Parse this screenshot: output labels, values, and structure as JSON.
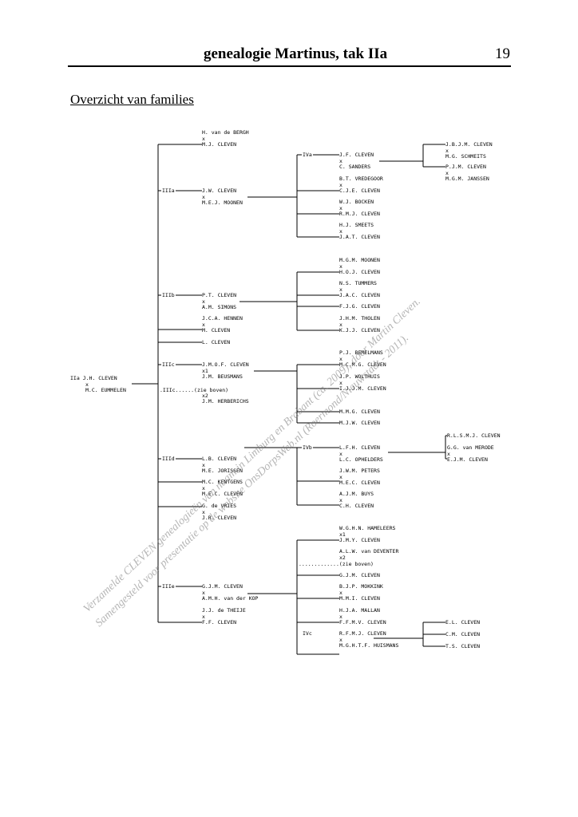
{
  "header": {
    "title": "genealogie Martinus, tak IIa",
    "page_number": "19"
  },
  "section_title": "Overzicht van families",
  "watermark": {
    "line1": "Verzamelde CLEVEN genealogieën van naam in Limburg en Brabant (ca. 2009), door Martin Cleven.",
    "line2": "Samengesteld voor presentatie op de website OnsDorpsWeb.nl (Roermond/Nieuwstadt - 2011)."
  },
  "tree": {
    "root": {
      "label": "IIa",
      "name1": "J.H. CLEVEN",
      "x": "x",
      "name2": "M.C. EUMMELEN"
    },
    "root_cont": ".IIIc......(zie boven)",
    "root_cont_x": "x2",
    "root_cont_spouse": "J.M. HERBERICHS",
    "g3": {
      "a": {
        "label": "IIIa",
        "name1": "J.W. CLEVEN",
        "x": "x",
        "name2": "M.E.J. MOONEN"
      },
      "b": {
        "label": "IIIb",
        "name1": "P.T. CLEVEN",
        "x": "x",
        "name2": "A.M. SIMONS"
      },
      "c": {
        "label": "IIIc",
        "name1": "J.M.O.F. CLEVEN",
        "x": "x1",
        "name2": "J.M. BEUSMANS"
      },
      "d": {
        "label": "IIId",
        "name1": "L.B. CLEVEN",
        "x": "x",
        "name2": "M.E. JORISSEN"
      },
      "e": {
        "label": "IIIe",
        "name1": "G.J.M. CLEVEN",
        "x": "x",
        "name2": "A.M.H. van der KOP"
      }
    },
    "g3_children": {
      "top": {
        "name1": "H. van de BERGH",
        "x": "x",
        "name2": "M.J. CLEVEN"
      },
      "b1": {
        "name1": "J.C.A. HENNEN",
        "x": "x",
        "name2": "M. CLEVEN"
      },
      "b2": {
        "name1": "L. CLEVEN"
      },
      "d1": {
        "name1": "M.C. KENTGENS",
        "x": "x",
        "name2": "M.E.C. CLEVEN"
      },
      "d2": {
        "name1": "G. de VRIES",
        "x": "x",
        "name2": "J.R. CLEVEN"
      },
      "e1": {
        "name1": "J.J. de THEIJE",
        "x": "x",
        "name2": "F.F. CLEVEN"
      }
    },
    "g4": {
      "a": {
        "label": "IVa",
        "name1": "J.F. CLEVEN",
        "x": "x",
        "name2": "C. SANDERS"
      },
      "b": {
        "label": "IVb",
        "name1": "L.F.H. CLEVEN",
        "x": "x",
        "name2": "L.C. OPHELDERS"
      },
      "c": {
        "label": "IVc",
        "name1": "R.F.M.J. CLEVEN",
        "x": "x",
        "name2": "M.G.H.T.F. HUISMANS"
      },
      "e_cont": ".............(zie boven)"
    },
    "g4_children": {
      "a1": {
        "name1": "B.T. VREDEGOOR",
        "x": "x",
        "name2": "C.J.E. CLEVEN"
      },
      "a2": {
        "name1": "W.J. BOCKEN",
        "x": "x",
        "name2": "R.M.J. CLEVEN"
      },
      "a3": {
        "name1": "H.J. SMEETS",
        "x": "x",
        "name2": "J.A.T. CLEVEN"
      },
      "b1": {
        "name1": "M.G.M. MOONEN",
        "x": "x",
        "name2": "H.O.J. CLEVEN"
      },
      "b2": {
        "name1": "N.S. TUMMERS",
        "x": "x",
        "name2": "J.A.C. CLEVEN"
      },
      "b3": {
        "name1": "F.J.G. CLEVEN"
      },
      "b4": {
        "name1": "J.H.M. THOLEN",
        "x": "x",
        "name2": "K.J.J. CLEVEN"
      },
      "c1": {
        "name1": "P.J. BEMELMANS",
        "x": "x",
        "name2": "M.C.M.G. CLEVEN"
      },
      "c2": {
        "name1": "J.P. WOLTHUIS",
        "x": "x",
        "name2": "I.J.J.M. CLEVEN"
      },
      "c3": {
        "name1": "M.M.G. CLEVEN"
      },
      "c4": {
        "name1": "M.J.W. CLEVEN"
      },
      "d1": {
        "name1": "J.W.M. PETERS",
        "x": "x",
        "name2": "M.E.C. CLEVEN"
      },
      "d2": {
        "name1": "A.J.M. BUYS",
        "x": "x",
        "name2": "C.H. CLEVEN"
      },
      "e1": {
        "name1": "W.G.H.N. HAMELEERS",
        "x": "x1",
        "name2": "J.M.Y. CLEVEN"
      },
      "e2": {
        "name1": "A.L.W. van DEVENTER",
        "x": "x2"
      },
      "e3": {
        "name1": "G.J.M. CLEVEN"
      },
      "e4": {
        "name1": "B.J.P. MOKKINK",
        "x": "x",
        "name2": "M.M.I. CLEVEN"
      },
      "e5": {
        "name1": "H.J.A. MALLAN",
        "x": "x",
        "name2": "F.F.M.V. CLEVEN"
      }
    },
    "g5": {
      "a1": {
        "name1": "J.B.J.M. CLEVEN",
        "x": "x",
        "name2": "M.G. SCHMEITS"
      },
      "a2": {
        "name1": "P.J.M. CLEVEN",
        "x": "x",
        "name2": "M.G.M. JANSSEN"
      },
      "b1": {
        "name1": "R.L.S.M.J. CLEVEN"
      },
      "b2": {
        "name1": "G.G. van MERODE",
        "x": "x",
        "name2": "E.J.M. CLEVEN"
      },
      "c1": {
        "name1": "E.L. CLEVEN"
      },
      "c2": {
        "name1": "C.M. CLEVEN"
      },
      "c3": {
        "name1": "T.S. CLEVEN"
      }
    }
  }
}
